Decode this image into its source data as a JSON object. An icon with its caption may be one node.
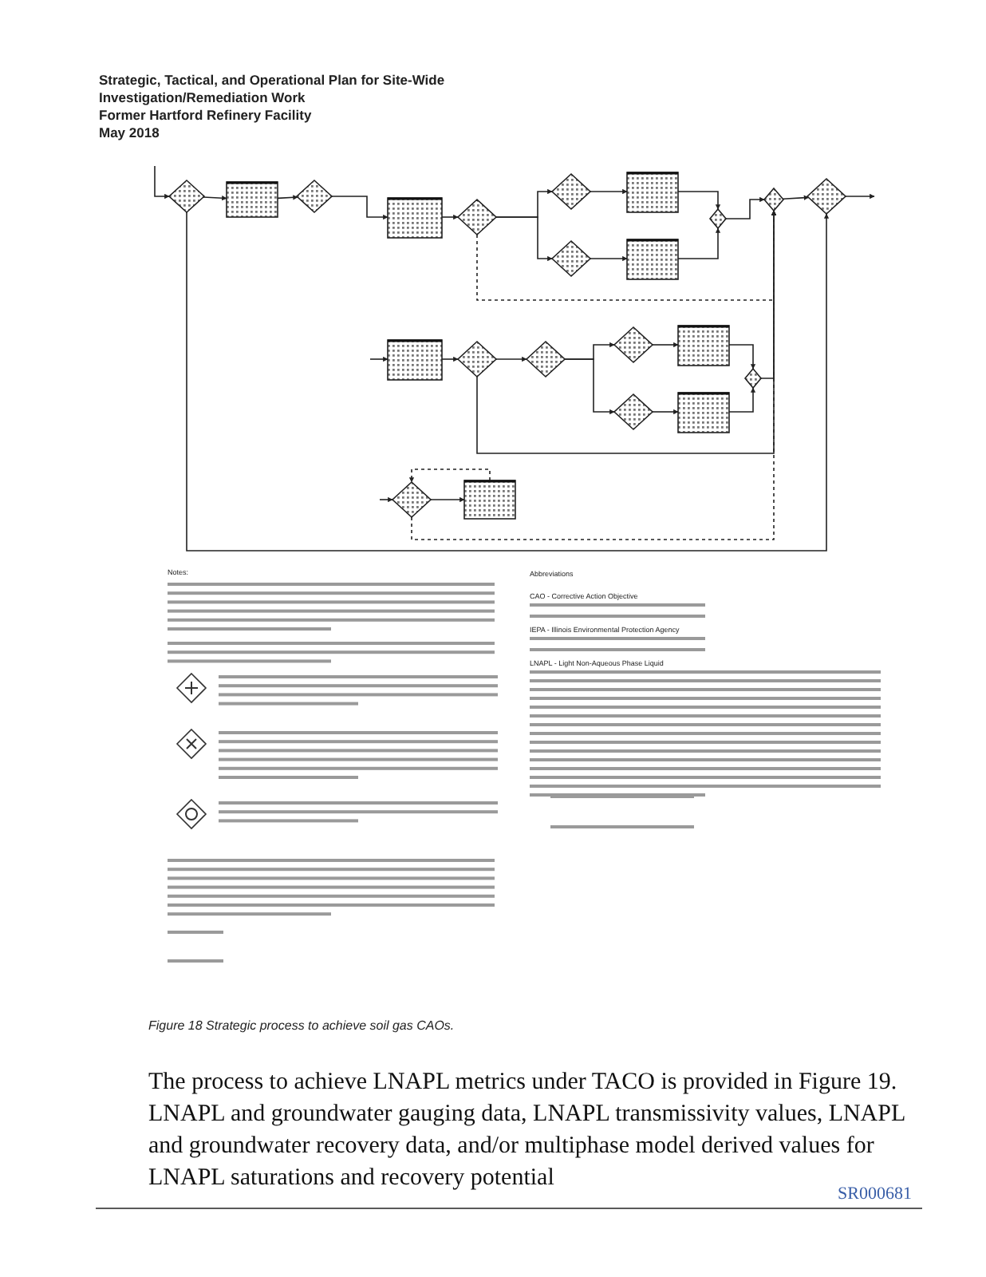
{
  "diagram": {
    "caption": "Figure 18 Strategic process to achieve soil gas CAOs.",
    "nodes": [
      {
        "text": [],
        "shape": "diamond"
      },
      {
        "text": [],
        "shape": "box"
      },
      {
        "text": [],
        "shape": "diamond"
      },
      {
        "text": [],
        "shape": "box"
      },
      {
        "text": [],
        "shape": "diamond"
      },
      {
        "text": [],
        "shape": "diamond"
      },
      {
        "text": [],
        "shape": "box"
      },
      {
        "text": [],
        "shape": "diamond"
      },
      {
        "text": [],
        "shape": "box"
      },
      {
        "text": [],
        "shape": "diamond"
      },
      {
        "text": [],
        "shape": "diamond"
      },
      {
        "text": [],
        "shape": "diamond"
      },
      {
        "text": [],
        "shape": "box"
      },
      {
        "text": [],
        "shape": "diamond"
      },
      {
        "text": [],
        "shape": "diamond"
      },
      {
        "text": [],
        "shape": "diamond"
      },
      {
        "text": [],
        "shape": "box"
      },
      {
        "text": [],
        "shape": "diamond"
      },
      {
        "text": [],
        "shape": "box"
      },
      {
        "text": [],
        "shape": "diamond"
      },
      {
        "text": [],
        "shape": "diamond"
      },
      {
        "text": [],
        "shape": "box"
      }
    ],
    "edges": [
      {
        "from": null,
        "to": 0,
        "arrow": "to"
      },
      {
        "from": 0,
        "to": 1,
        "arrow": "to"
      },
      {
        "from": 1,
        "to": 2,
        "arrow": "to"
      },
      {
        "from": 2,
        "to": 3,
        "arrow": "to"
      },
      {
        "from": 3,
        "to": 4,
        "arrow": "to"
      },
      {
        "from": 4,
        "to": 5,
        "arrow": "to"
      },
      {
        "from": 4,
        "to": 7,
        "arrow": "to"
      },
      {
        "from": 5,
        "to": 6,
        "arrow": "to"
      },
      {
        "from": 7,
        "to": 8,
        "arrow": "to"
      },
      {
        "from": 6,
        "to": 9,
        "arrow": "to"
      },
      {
        "from": 8,
        "to": 9,
        "arrow": "to"
      },
      {
        "from": 9,
        "to": 10,
        "arrow": "to"
      },
      {
        "from": 10,
        "to": 11,
        "arrow": "to"
      },
      {
        "from": 4,
        "to": 10,
        "arrow": "to",
        "style": "dashed"
      },
      {
        "from": 12,
        "to": 13,
        "arrow": "to"
      },
      {
        "from": 13,
        "to": 14,
        "arrow": "to"
      },
      {
        "from": 14,
        "to": 15,
        "arrow": "to"
      },
      {
        "from": 14,
        "to": 17,
        "arrow": "to"
      },
      {
        "from": 15,
        "to": 16,
        "arrow": "to"
      },
      {
        "from": 17,
        "to": 18,
        "arrow": "to"
      },
      {
        "from": 16,
        "to": 19,
        "arrow": "to"
      },
      {
        "from": 18,
        "to": 19,
        "arrow": "to"
      },
      {
        "from": 19,
        "to": 10,
        "arrow": "to"
      },
      {
        "from": 13,
        "to": 10,
        "arrow": "to"
      },
      {
        "from": 20,
        "to": 21,
        "arrow": "to"
      },
      {
        "from": 21,
        "to": 20,
        "arrow": "to",
        "style": "dashed"
      },
      {
        "from": 20,
        "to": 10,
        "arrow": "to",
        "style": "dashed"
      },
      {
        "from": 0,
        "to": 11,
        "arrow": "to"
      },
      {
        "from": 11,
        "to": null,
        "arrow": "to"
      },
      {
        "from": null,
        "to": 12,
        "arrow": "to"
      },
      {
        "from": null,
        "to": 20,
        "arrow": "to"
      }
    ],
    "labels": [
      "Strategic, Tactical, and Operational Plan for Site-Wide",
      "Investigation/Remediation Work",
      "Former Hartford Refinery Facility",
      "May 2018",
      "Notes:",
      "Abbreviations",
      "CAO - Corrective Action Objective",
      "IEPA - Illinois Environmental Protection Agency",
      "LNAPL - Light Non-Aqueous Phase Liquid",
      "The process to achieve LNAPL metrics under TACO is provided in Figure 19. LNAPL and groundwater gauging data, LNAPL transmissivity values, LNAPL and groundwater recovery data, and/or multiphase model derived values for LNAPL saturations and recovery potential",
      "SR000681"
    ]
  }
}
